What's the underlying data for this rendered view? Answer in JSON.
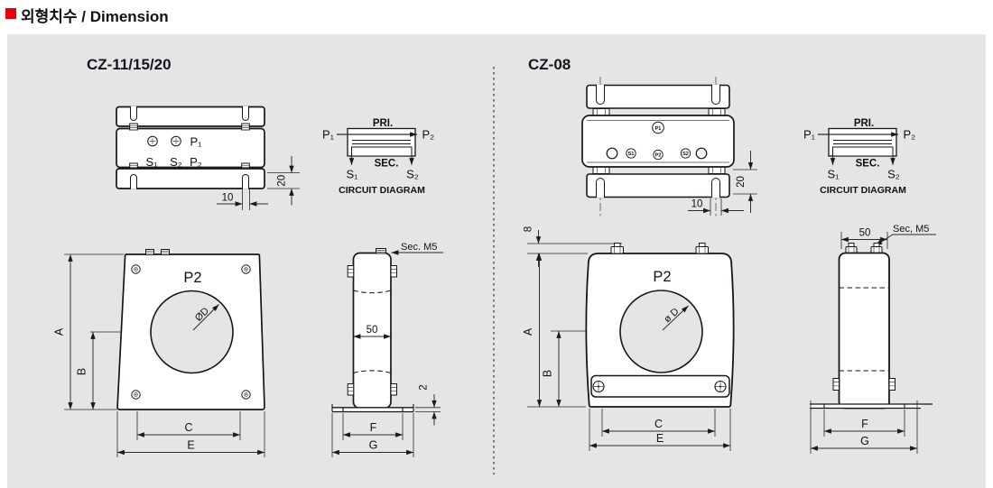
{
  "header": {
    "title": "외형치수 / Dimension"
  },
  "colors": {
    "accent": "#e60012",
    "board_bg": "#e4e5e7",
    "line": "#16161a"
  },
  "panels": {
    "left": {
      "model": "CZ-11/15/20",
      "top_view": {
        "p1": "P₁",
        "p2": "P₂",
        "s1": "S₁",
        "s2": "S₂",
        "dim_slot_width": "10",
        "dim_flange_height": "20"
      },
      "circuit": {
        "pri": "PRI.",
        "sec": "SEC.",
        "p1": "P₁",
        "p2": "P₂",
        "s1": "S₁",
        "s2": "S₂",
        "caption": "CIRCUIT DIAGRAM"
      },
      "front_view": {
        "label": "P2",
        "hole_dia": "ØD",
        "dim_a": "A",
        "dim_b": "B",
        "dim_c": "C",
        "dim_e": "E"
      },
      "side_view": {
        "sec_screw": "Sec. M5",
        "dim_depth": "50",
        "dim_f": "F",
        "dim_g": "G",
        "dim_plate": "2"
      }
    },
    "right": {
      "model": "CZ-08",
      "top_view": {
        "p1": "P1",
        "p2": "P2",
        "s1": "S1",
        "s2": "S2",
        "dim_slot_width": "10",
        "dim_flange_height": "20"
      },
      "circuit": {
        "pri": "PRI.",
        "sec": "SEC.",
        "p1": "P₁",
        "p2": "P₂",
        "s1": "S₁",
        "s2": "S₂",
        "caption": "CIRCUIT DIAGRAM"
      },
      "front_view": {
        "label": "P2",
        "hole_dia": "ø D",
        "dim_a": "A",
        "dim_b": "B",
        "dim_c": "C",
        "dim_e": "E",
        "dim_offset": "8"
      },
      "side_view": {
        "sec_screw": "Sec, M5",
        "dim_depth": "50",
        "dim_f": "F",
        "dim_g": "G"
      }
    }
  }
}
